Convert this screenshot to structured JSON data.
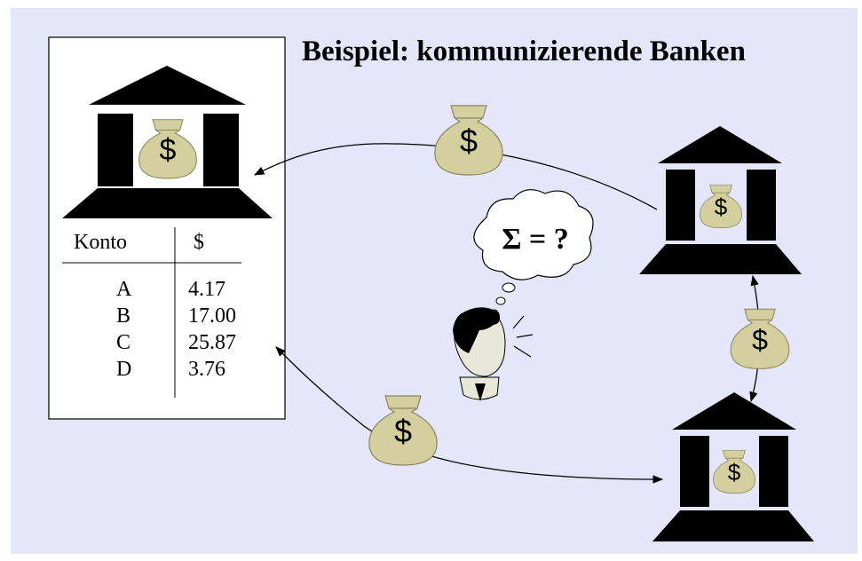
{
  "title": "Beispiel: kommunizierende Banken",
  "table": {
    "headers": [
      "Konto",
      "$"
    ],
    "rows": [
      {
        "konto": "A",
        "betrag": "4.17"
      },
      {
        "konto": "B",
        "betrag": "17.00"
      },
      {
        "konto": "C",
        "betrag": "25.87"
      },
      {
        "konto": "D",
        "betrag": "3.76"
      }
    ]
  },
  "money_symbol": "$",
  "thought": "Σ = ?",
  "colors": {
    "background": "#e6e6fb",
    "bag": "#d3cf9e",
    "bag_outline": "#8a8760",
    "bank": "#000000"
  },
  "icons": [
    "bank-icon",
    "money-bag-icon",
    "person-icon",
    "thought-bubble-icon"
  ]
}
